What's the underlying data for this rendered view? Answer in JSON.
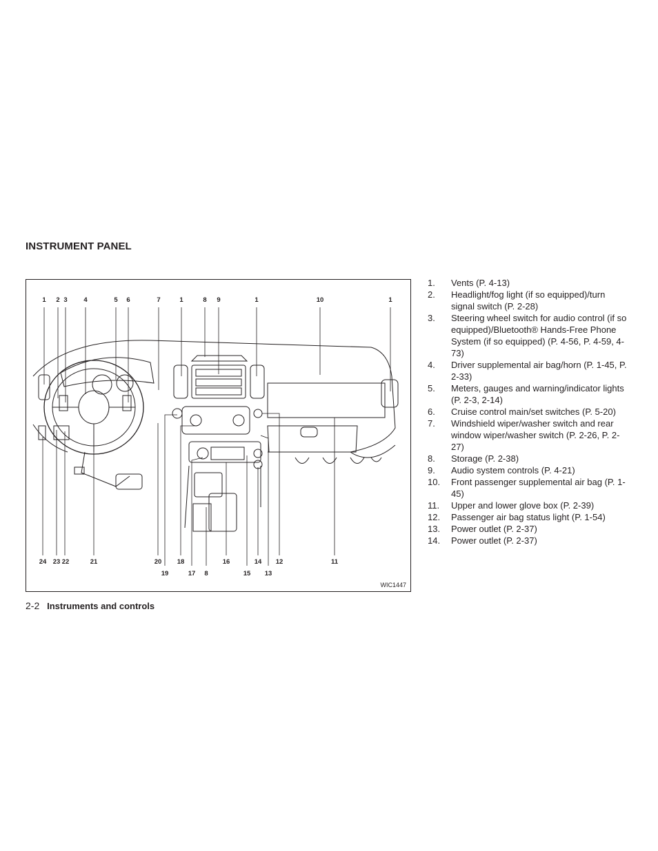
{
  "section_title": "INSTRUMENT PANEL",
  "figure": {
    "code": "WIC1447",
    "top_callouts": [
      "1",
      "2",
      "3",
      "4",
      "5",
      "6",
      "7",
      "1",
      "8",
      "9",
      "1",
      "10",
      "1"
    ],
    "bottom_callouts": [
      "24",
      "23",
      "22",
      "21",
      "20",
      "19",
      "18",
      "17",
      "8",
      "16",
      "15",
      "14",
      "13",
      "12",
      "11"
    ]
  },
  "legend": [
    {
      "num": "1.",
      "text": "Vents (P. 4-13)"
    },
    {
      "num": "2.",
      "text": "Headlight/fog light (if so equipped)/turn signal switch (P. 2-28)"
    },
    {
      "num": "3.",
      "text": "Steering wheel switch for audio control (if so equipped)/Bluetooth® Hands-Free Phone System (if so equipped) (P. 4-56, P. 4-59, 4-73)"
    },
    {
      "num": "4.",
      "text": "Driver supplemental air bag/horn (P. 1-45, P. 2-33)"
    },
    {
      "num": "5.",
      "text": "Meters, gauges and warning/indicator lights (P. 2-3, 2-14)"
    },
    {
      "num": "6.",
      "text": "Cruise control main/set switches (P. 5-20)"
    },
    {
      "num": "7.",
      "text": "Windshield wiper/washer switch and rear window wiper/washer switch (P. 2-26, P. 2-27)"
    },
    {
      "num": "8.",
      "text": "Storage (P. 2-38)"
    },
    {
      "num": "9.",
      "text": "Audio system controls (P. 4-21)"
    },
    {
      "num": "10.",
      "text": "Front passenger supplemental air bag (P. 1-45)"
    },
    {
      "num": "11.",
      "text": "Upper and lower glove box (P. 2-39)"
    },
    {
      "num": "12.",
      "text": "Passenger air bag status light (P. 1-54)"
    },
    {
      "num": "13.",
      "text": "Power outlet (P. 2-37)"
    },
    {
      "num": "14.",
      "text": "Power outlet (P. 2-37)"
    }
  ],
  "footer": {
    "page": "2-2",
    "chapter": "Instruments and controls"
  }
}
